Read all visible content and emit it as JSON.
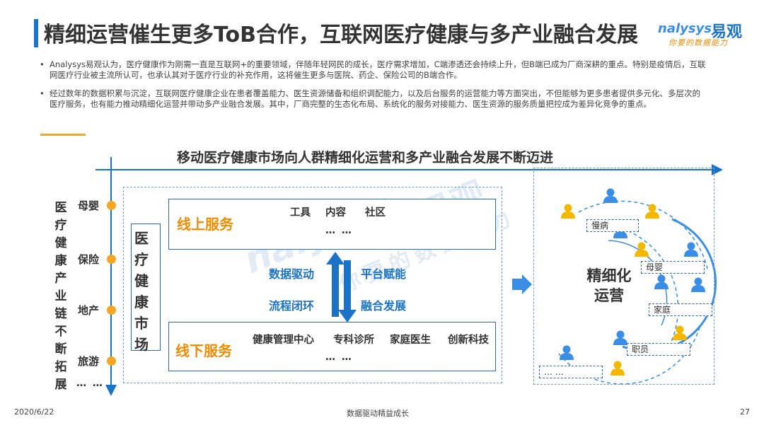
{
  "title": "精细运营催生更多ToB合作，互联网医疗健康与多产业融合发展",
  "logo": {
    "name_en": "nalysys",
    "name_cn": "易观",
    "slogan": "你要的数据能力"
  },
  "bullets": [
    "Analysys易观认为，医疗健康作为刚需一直是互联网+的重要领域，伴随年轻网民的成长，医疗需求增加，C端渗透还会持续上升，但B端已成为厂商深耕的重点。特别是疫情后，互联网医疗行业被主流所认可，也承认其对于医疗行业的补充作用，这将催生更多与医院、药企、保险公司的B端合作。",
    "经过数年的数据积累与沉淀，互联网医疗健康企业在患者覆盖能力、医生资源储备和组织调配能力，以及后台服务的运营能力等方面突出，不但能够为更多患者提供多元化、多层次的医疗服务，也有能力推动精细化运营并带动多产业融合发展。其中，厂商完整的生态化布局、系统化的服务对接能力、医生资源的服务质量把控成为差异化竞争的重点。"
  ],
  "bullet_marker": "•",
  "diagram": {
    "banner": "移动医疗健康市场向人群精细化运营和多产业融合发展不断迈进",
    "chain_label": "医疗健康产业链不断拓展",
    "industries": [
      "母婴",
      "保险",
      "地产",
      "旅游"
    ],
    "industries_more": "… …",
    "market_label": "医疗健康市场",
    "online": {
      "title": "线上服务",
      "items": [
        "工具",
        "内容",
        "社区"
      ],
      "more": "… …"
    },
    "offline": {
      "title": "线下服务",
      "items": [
        "健康管理中心",
        "专科诊所",
        "家庭医生",
        "创新科技"
      ],
      "more": "… …"
    },
    "middle": {
      "left_top": "数据驱动",
      "left_bottom": "流程闭环",
      "right_top": "平台赋能",
      "right_bottom": "融合发展"
    },
    "refine_label": "精细化运营",
    "segments": [
      "慢病",
      "母婴",
      "家庭",
      "职员",
      "… …"
    ]
  },
  "watermark": {
    "en": "nalysys",
    "cn_big": "易观",
    "cn_small": "你要的数据能力"
  },
  "footer": {
    "date": "2020/6/22",
    "center": "数据驱动精益成长",
    "page": "27"
  },
  "colors": {
    "accent_blue": "#1a73c8",
    "accent_orange": "#f08c00",
    "dot_orange": "#f5a623",
    "person_gold": "#f5b800",
    "person_blue": "#3a8ee6"
  }
}
